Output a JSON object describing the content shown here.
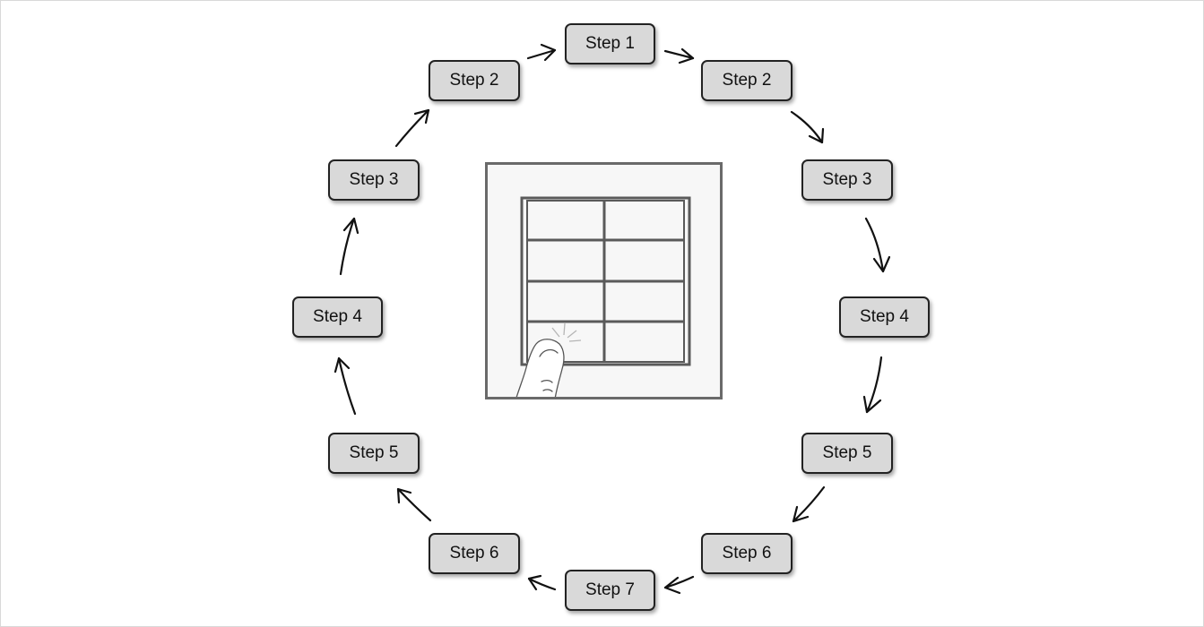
{
  "steps": {
    "top": "Step 1",
    "right": [
      "Step 2",
      "Step 3",
      "Step 4",
      "Step 5",
      "Step 6"
    ],
    "bottom": "Step 7",
    "left": [
      "Step 6",
      "Step 5",
      "Step 4",
      "Step 3",
      "Step 2"
    ]
  },
  "colors": {
    "box_fill": "#d9d9d9",
    "box_border": "#222222",
    "device_frame": "#6a6a6a",
    "keypad_line": "#5a5a5a"
  },
  "icons": {
    "hand": "pointing-finger-icon",
    "tap": "tap-sparkle-icon",
    "arrow": "arrow-icon"
  }
}
